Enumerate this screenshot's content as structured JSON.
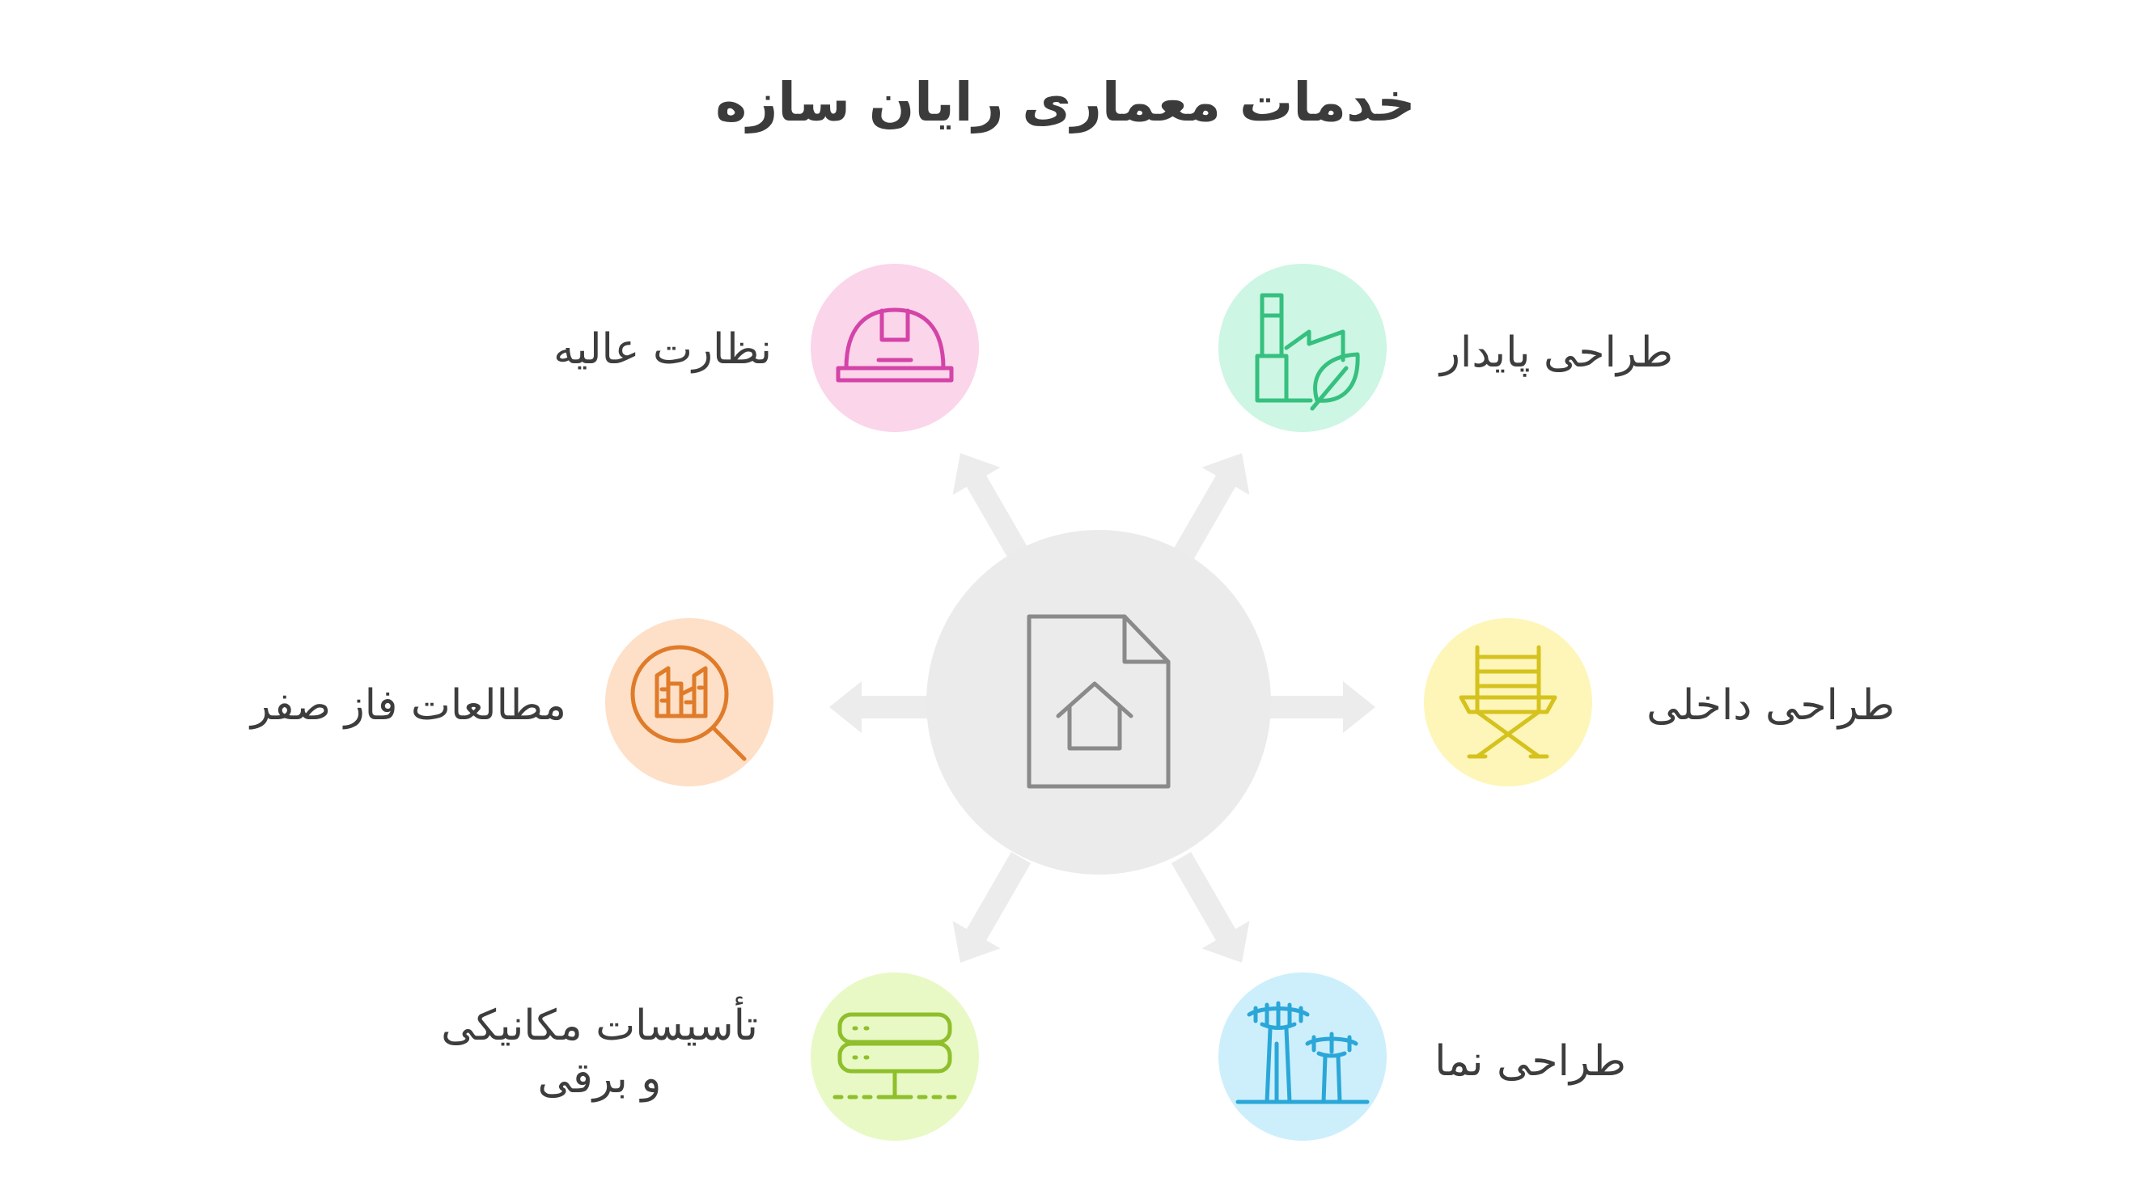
{
  "title": "خدمات معماری رایان سازه",
  "center": {
    "icon": "document-house-icon"
  },
  "services": [
    {
      "id": "supervision",
      "label": "نظارت عالیه",
      "icon": "hard-hat-icon",
      "bg": "#fbd5ea",
      "stroke": "#d444a8"
    },
    {
      "id": "sustainable",
      "label": "طراحی پایدار",
      "icon": "factory-leaf-icon",
      "bg": "#cdf6e4",
      "stroke": "#36c07f"
    },
    {
      "id": "feasibility",
      "label": "مطالعات فاز صفر",
      "icon": "magnifier-buildings-icon",
      "bg": "#fde0c7",
      "stroke": "#e07b2a"
    },
    {
      "id": "interior",
      "label": "طراحی داخلی",
      "icon": "director-chair-icon",
      "bg": "#fdf6b8",
      "stroke": "#d6c21e"
    },
    {
      "id": "mep",
      "label_line1": "تأسیسات مکانیکی",
      "label_line2": "و برقی",
      "icon": "server-network-icon",
      "bg": "#e8f9c5",
      "stroke": "#8fbf2c"
    },
    {
      "id": "facade",
      "label": "طراحی نما",
      "icon": "supertrees-icon",
      "bg": "#cdeffc",
      "stroke": "#2aa7d8"
    }
  ],
  "colors": {
    "hub": "#ebebeb",
    "arrow": "#ececec",
    "hub_icon": "#8a8a8a"
  }
}
